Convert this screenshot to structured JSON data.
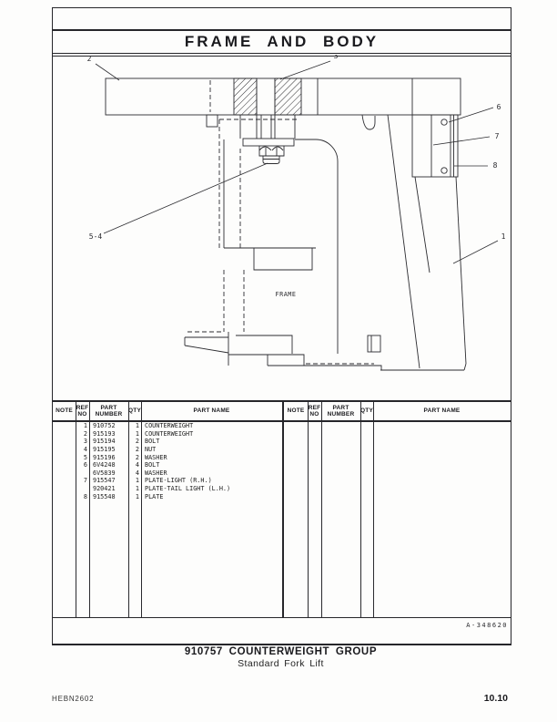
{
  "page": {
    "title": "FRAME AND BODY",
    "drawing_ref": "A-348620",
    "group_title": "910757  COUNTERWEIGHT  GROUP",
    "group_subtitle": "Standard Fork Lift",
    "doc_code": "HEBN2602",
    "page_number": "10.10"
  },
  "diagram": {
    "frame_label": "FRAME",
    "callouts": [
      {
        "label": "2"
      },
      {
        "label": "3"
      },
      {
        "label": "6"
      },
      {
        "label": "7"
      },
      {
        "label": "8"
      },
      {
        "label": "1"
      },
      {
        "label": "5-4"
      }
    ]
  },
  "table": {
    "headers": {
      "note": "NOTE",
      "ref": "REF\nNO",
      "part_number": "PART\nNUMBER",
      "qty": "QTY",
      "part_name": "PART NAME"
    },
    "rows": [
      {
        "note": "",
        "ref": "1",
        "part_number": "910752",
        "qty": "1",
        "part_name": "COUNTERWEIGHT"
      },
      {
        "note": "",
        "ref": "2",
        "part_number": "915193",
        "qty": "1",
        "part_name": "COUNTERWEIGHT"
      },
      {
        "note": "",
        "ref": "3",
        "part_number": "915194",
        "qty": "2",
        "part_name": "BOLT"
      },
      {
        "note": "",
        "ref": "4",
        "part_number": "915195",
        "qty": "2",
        "part_name": "NUT"
      },
      {
        "note": "",
        "ref": "5",
        "part_number": "915196",
        "qty": "2",
        "part_name": "WASHER"
      },
      {
        "note": "",
        "ref": "6",
        "part_number": "6V4248",
        "qty": "4",
        "part_name": "BOLT"
      },
      {
        "note": "",
        "ref": "",
        "part_number": "6V5839",
        "qty": "4",
        "part_name": "WASHER"
      },
      {
        "note": "",
        "ref": "7",
        "part_number": "915547",
        "qty": "1",
        "part_name": "PLATE-LIGHT (R.H.)"
      },
      {
        "note": "",
        "ref": "",
        "part_number": "920421",
        "qty": "1",
        "part_name": "PLATE-TAIL LIGHT (L.H.)"
      },
      {
        "note": "",
        "ref": "8",
        "part_number": "915548",
        "qty": "1",
        "part_name": "PLATE"
      }
    ]
  }
}
